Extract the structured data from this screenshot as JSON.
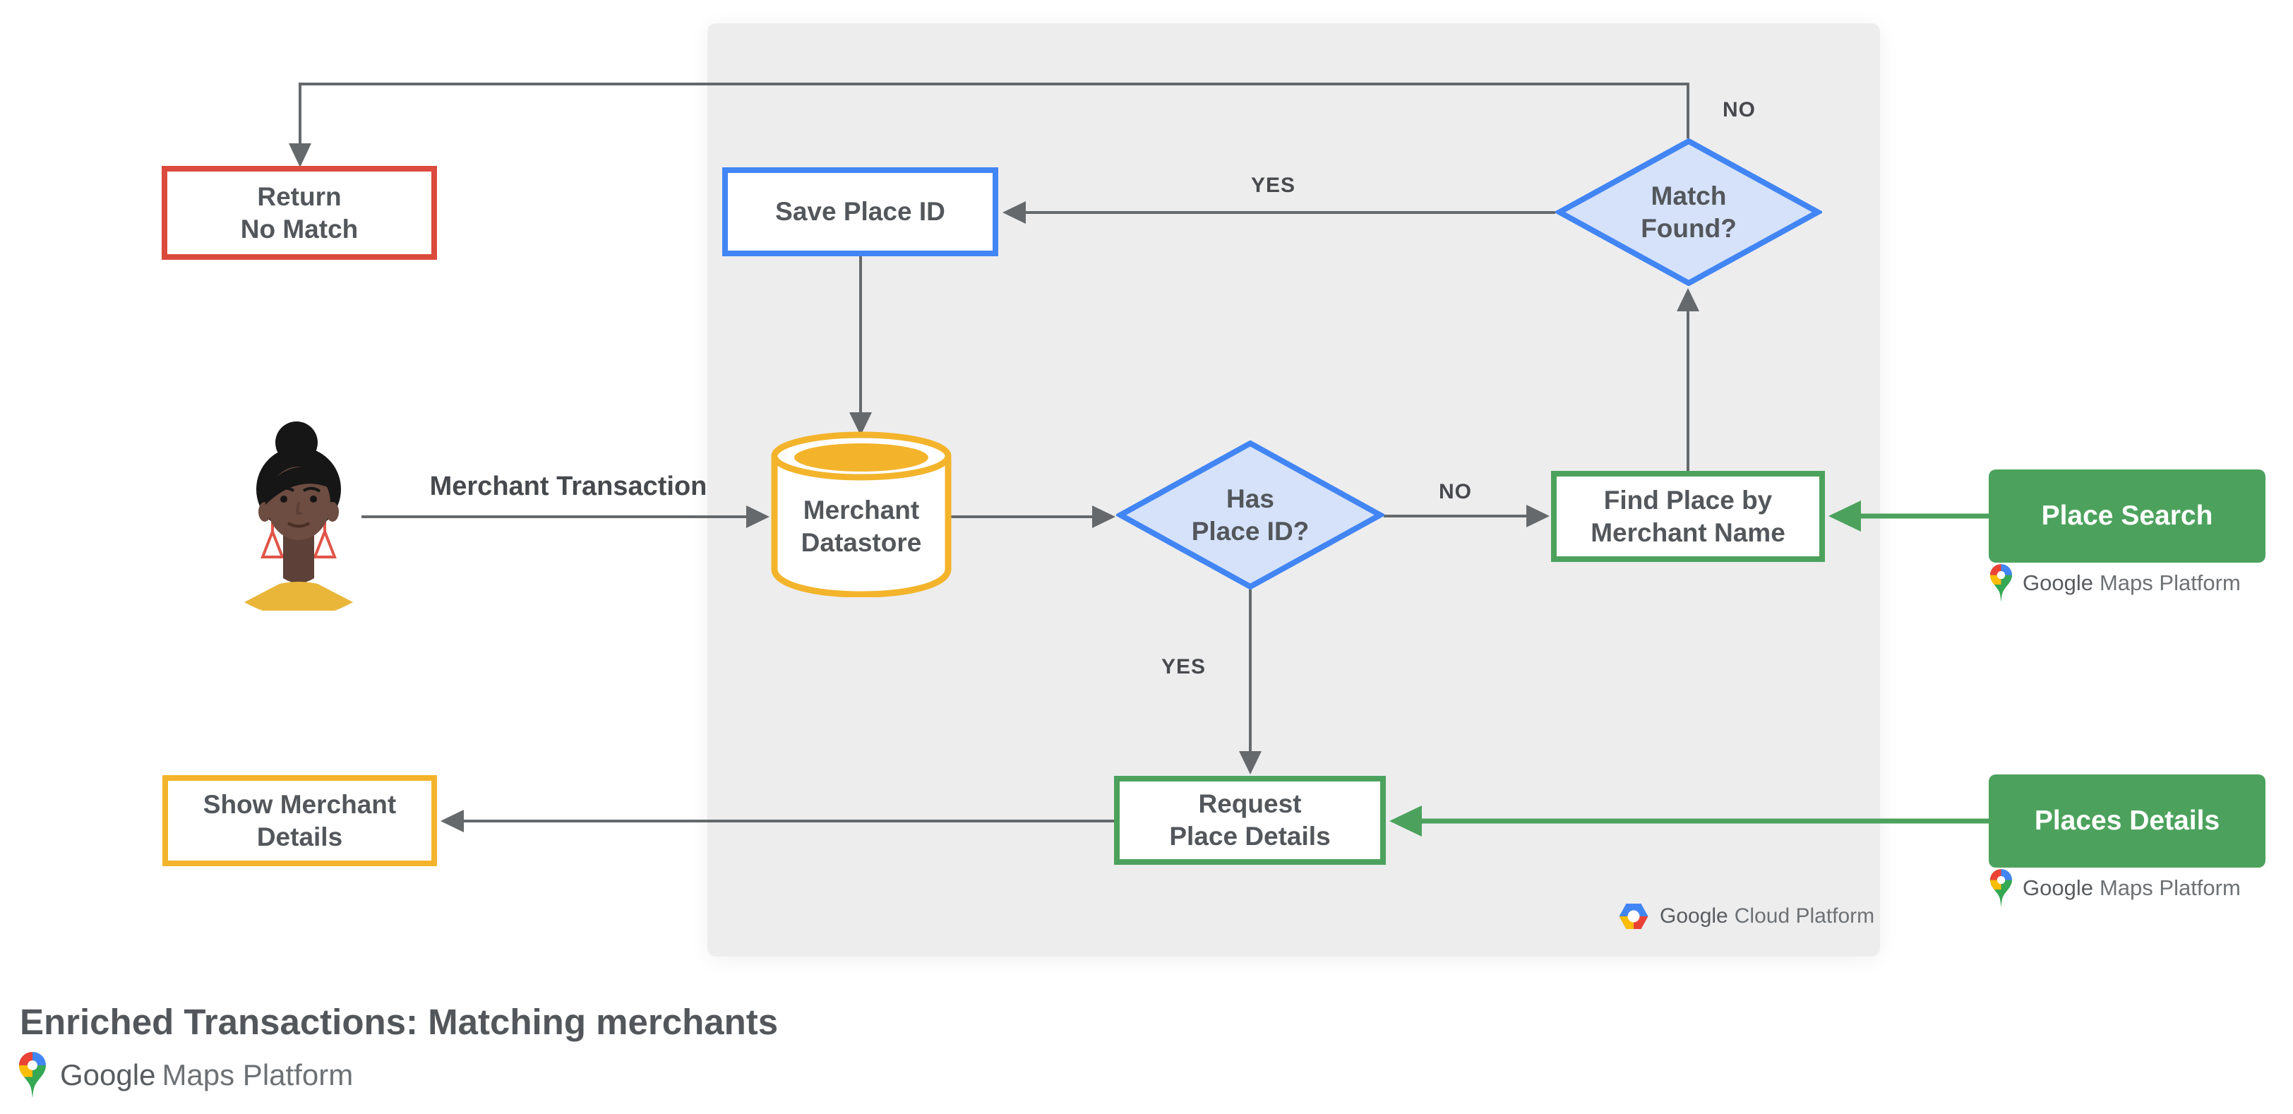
{
  "title": "Enriched Transactions: Matching merchants",
  "nodes": {
    "return_no_match": {
      "lines": [
        "Return",
        "No Match"
      ]
    },
    "save_place_id": {
      "lines": [
        "Save Place ID"
      ]
    },
    "match_found": {
      "lines": [
        "Match",
        "Found?"
      ]
    },
    "merchant_datastore": {
      "lines": [
        "Merchant",
        "Datastore"
      ]
    },
    "has_place_id": {
      "lines": [
        "Has",
        "Place ID?"
      ]
    },
    "find_place": {
      "lines": [
        "Find Place by",
        "Merchant Name"
      ]
    },
    "request_place_details": {
      "lines": [
        "Request",
        "Place Details"
      ]
    },
    "show_merchant_details": {
      "lines": [
        "Show Merchant",
        "Details"
      ]
    },
    "place_search": {
      "label": "Place Search"
    },
    "places_details": {
      "label": "Places Details"
    }
  },
  "edge_labels": {
    "match_found_no": "NO",
    "match_found_yes": "YES",
    "has_place_id_no": "NO",
    "has_place_id_yes": "YES",
    "merchant_transaction": "Merchant Transaction"
  },
  "logos": {
    "google_word": "Google",
    "maps_platform": "Maps Platform",
    "cloud_platform": "Cloud Platform"
  },
  "colors": {
    "red": "#DB4A3C",
    "blue": "#4285F4",
    "blue_light": "#D5E2FA",
    "yellow": "#F3B42C",
    "green": "#4CA25D",
    "line_gray": "#66696B",
    "panel_bg": "#EDEDEE",
    "text_dark": "#53575B",
    "label_gray": "#47494D",
    "logo_gray": "#6E7174"
  }
}
